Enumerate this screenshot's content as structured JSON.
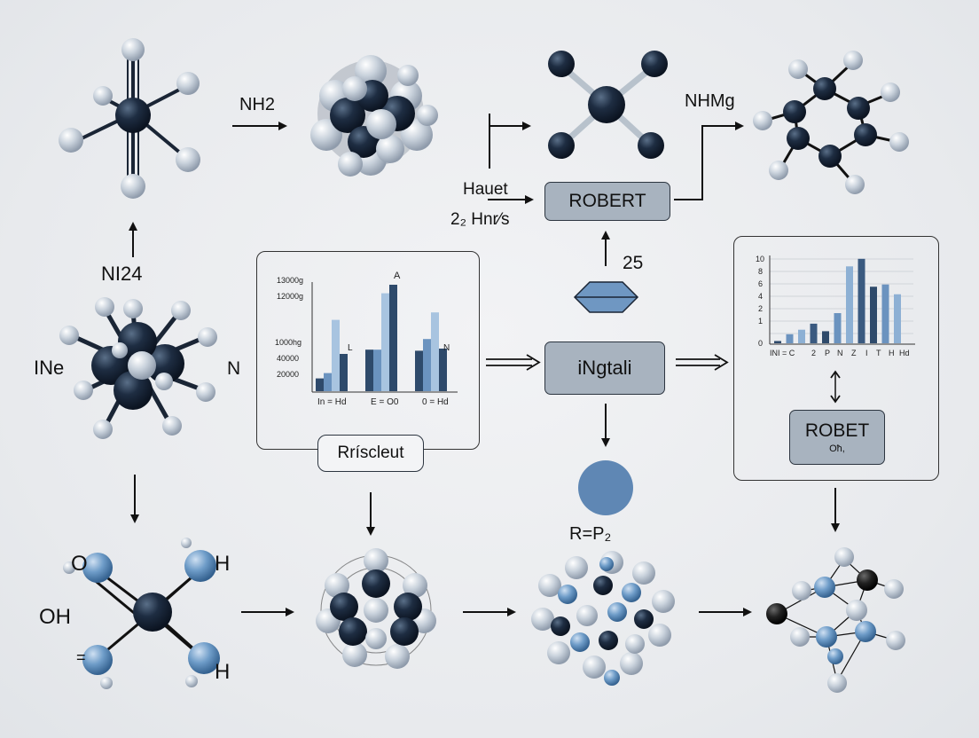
{
  "labels": {
    "nh2": "NH2",
    "nhmg": "NHMg",
    "hauet": "Hauet",
    "hnrs": "2₂ Hnr⁄s",
    "ni24": "NI24",
    "ine": "INe",
    "n": "N",
    "o": "O",
    "oh": "OH",
    "eq": "=",
    "h_top": "H",
    "h_bottom": "H",
    "num25": "25",
    "rp2": "R=P₂"
  },
  "boxes": {
    "robert": "ROBERT",
    "ingtali": "iNgtali",
    "robet": "ROBET",
    "robet_sub": "Oħ,",
    "rriscleut": "Rríscleut"
  },
  "chart_data": [
    {
      "type": "bar",
      "ytick_labels": [
        "13000g",
        "12000g",
        "1000hg",
        "40000",
        "20000"
      ],
      "category_labels": [
        "In = Hd",
        "E = O0",
        "0 = Hd"
      ],
      "annotations": [
        "A",
        "L",
        "N"
      ],
      "groups": [
        {
          "values": [
            0.12,
            0.17,
            0.67,
            0.35
          ]
        },
        {
          "values": [
            0.39,
            0.39,
            0.92,
            1.0
          ]
        },
        {
          "values": [
            0.38,
            0.49,
            0.74,
            0.4
          ]
        }
      ],
      "colors": [
        "#2e4a6b",
        "#6b93bf",
        "#a8c4e0"
      ]
    },
    {
      "type": "bar",
      "yticks": [
        "10",
        "8",
        "6",
        "4",
        "2",
        "1",
        "0"
      ],
      "category_labels": [
        "INI = C",
        "2",
        "P",
        "N",
        "Z",
        "I",
        "T",
        "H",
        "Hd"
      ],
      "values": [
        0.3,
        1.2,
        1.8,
        2.6,
        1.6,
        4.0,
        10.2,
        11.2,
        7.5,
        7.8,
        6.5
      ],
      "ymax": 12,
      "colors": [
        "#2e4a6b",
        "#6b93bf",
        "#8db0d4",
        "#3a5a80"
      ]
    }
  ]
}
